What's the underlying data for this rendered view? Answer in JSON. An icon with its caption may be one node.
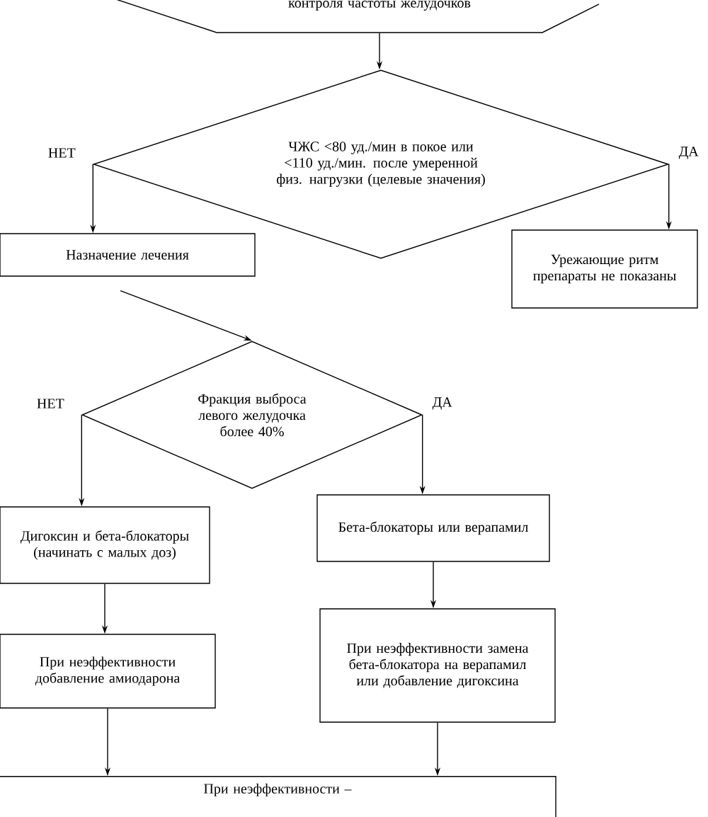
{
  "diagram": {
    "nodes": [
      {
        "text": [
          "контроля частоты желудочков"
        ]
      },
      {
        "text": [
          "ЧЖС <80 уд./мин в покое или <110 уд./мин. после умеренной физ. нагрузки (целевые значения)"
        ]
      },
      {
        "text": [
          "Назначение лечения"
        ]
      },
      {
        "text": [
          "Урежающие ритм препараты не показаны"
        ]
      },
      {
        "text": [
          "Фракция выброса левого желудочка более 40%"
        ]
      },
      {
        "text": [
          "Дигоксин и бета-блокаторы (начинать с малых доз)"
        ]
      },
      {
        "text": [
          "Бета-блокаторы или верапамил"
        ]
      },
      {
        "text": [
          "При неэффективности добавление амиодарона"
        ]
      },
      {
        "text": [
          "При неэффективности замена бета-блокатора на верапамил или добавление дигоксина"
        ]
      },
      {
        "text": [
          "При неэффективности –"
        ]
      }
    ],
    "edges": [
      {
        "from": 0,
        "to": 1,
        "arrow": "to"
      },
      {
        "from": 1,
        "to": 2,
        "arrow": "to",
        "label": "НЕТ"
      },
      {
        "from": 1,
        "to": 3,
        "arrow": "to",
        "label": "ДА"
      },
      {
        "from": 2,
        "to": 4,
        "arrow": "to"
      },
      {
        "from": 4,
        "to": 5,
        "arrow": "to",
        "label": "НЕТ"
      },
      {
        "from": 4,
        "to": 6,
        "arrow": "to",
        "label": "ДА"
      },
      {
        "from": 5,
        "to": 7,
        "arrow": "to"
      },
      {
        "from": 6,
        "to": 8,
        "arrow": "to"
      },
      {
        "from": 7,
        "to": 9,
        "arrow": "to"
      },
      {
        "from": 8,
        "to": 9,
        "arrow": "to"
      }
    ]
  }
}
